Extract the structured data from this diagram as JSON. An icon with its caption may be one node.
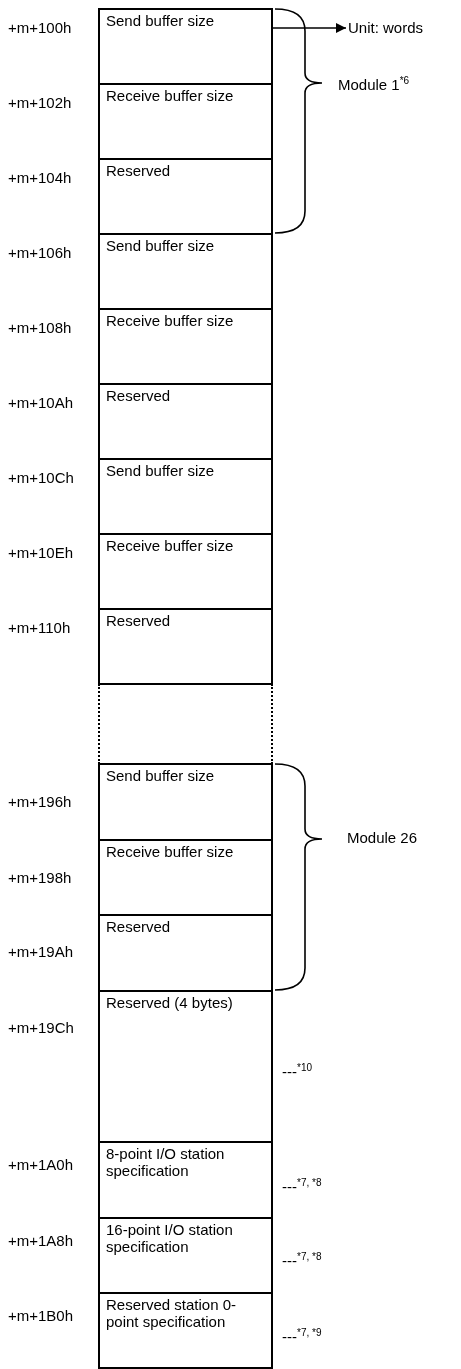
{
  "diagram": {
    "nodes": [
      {
        "text": [
          "Send buffer size"
        ]
      },
      {
        "text": [
          "Receive buffer size"
        ]
      },
      {
        "text": [
          "Reserved"
        ]
      },
      {
        "text": [
          "Send buffer size"
        ]
      },
      {
        "text": [
          "Receive buffer size"
        ]
      },
      {
        "text": [
          "Reserved"
        ]
      },
      {
        "text": [
          "Send buffer size"
        ]
      },
      {
        "text": [
          "Receive buffer size"
        ]
      },
      {
        "text": [
          "Reserved"
        ]
      },
      {
        "text": [],
        "shape": "box"
      },
      {
        "text": [
          "Send buffer size"
        ]
      },
      {
        "text": [
          "Receive buffer size"
        ]
      },
      {
        "text": [
          "Reserved"
        ]
      },
      {
        "text": [
          "Reserved (4 bytes)"
        ]
      },
      {
        "text": [
          "8-point I/O station specification"
        ]
      },
      {
        "text": [
          "16-point I/O station specification"
        ]
      },
      {
        "text": [
          "Reserved station 0-point specification"
        ]
      },
      {
        "text": [
          "Unit: words"
        ]
      }
    ],
    "edges": [
      {
        "from": 0,
        "to": 17,
        "arrow": "to"
      }
    ],
    "labels": [
      "+m+100h",
      "Module 1$^{*6}$",
      "+m+102h",
      "+m+104h",
      "+m+106h",
      "+m+108h",
      "+m+10Ah",
      "+m+10Ch",
      "+m+10Eh",
      "+m+110h",
      "Module 26",
      "+m+196h",
      "+m+198h",
      "+m+19Ah",
      "+m+19Ch",
      "---$^{*10}$",
      "+m+1A0h",
      "---$^{*7, *8}$",
      "+m+1A8h",
      "---$^{*7, *8}$",
      "+m+1B0h",
      "---$^{*7, *9}$"
    ]
  }
}
